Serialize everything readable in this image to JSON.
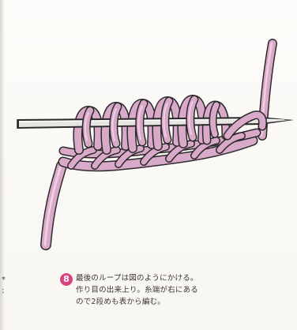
{
  "figure": {
    "step_number": "8",
    "caption_lines": [
      "最後のループは図のようにかける。",
      "作り目の出来上り。糸端が右にある",
      "ので2段めも表から編む。"
    ],
    "side_mark": "*",
    "side_mark_2": ":",
    "colors": {
      "yarn": "#d9a9c9",
      "yarn_outline": "#2d2a2c",
      "needle": "#e7e5e1",
      "badge": "#d8457e",
      "background": "#fbfaf7"
    },
    "icons": {
      "needle": "knitting-needle-icon",
      "yarn": "yarn-strand-icon",
      "loops": "cast-on-loops-icon"
    }
  }
}
